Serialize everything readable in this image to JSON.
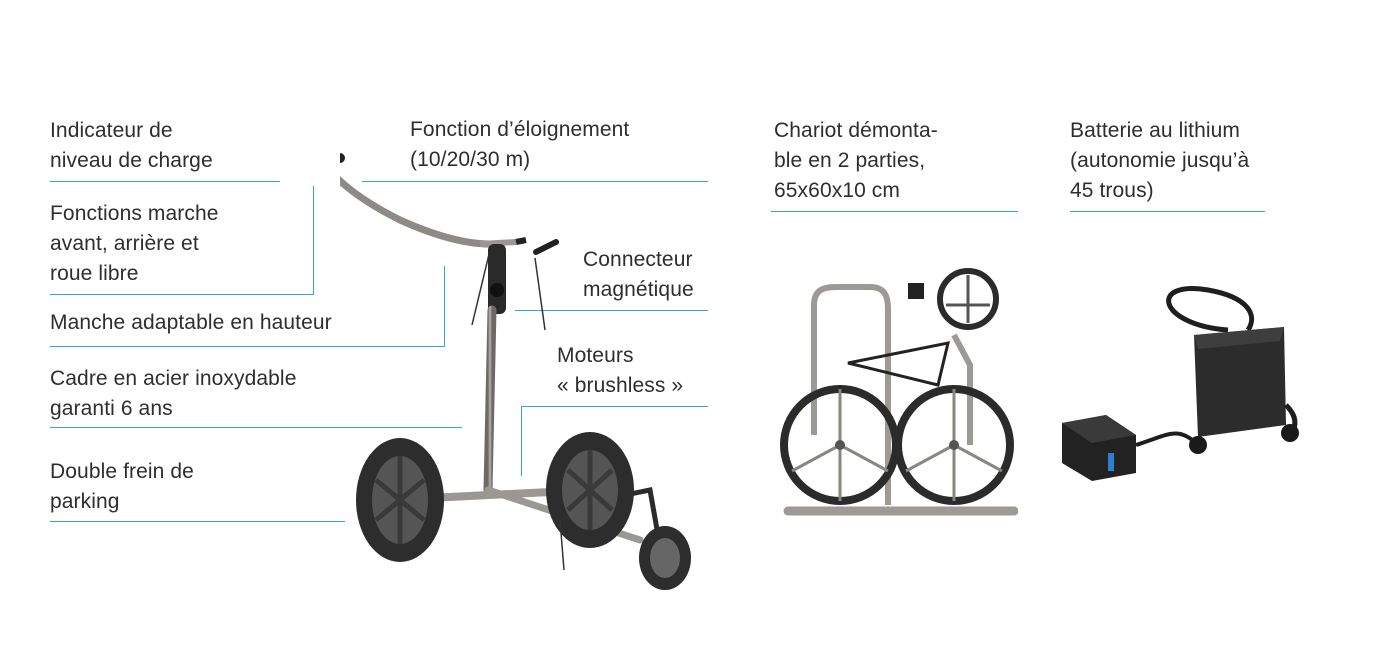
{
  "accent_color": "#3aa0d8",
  "labels": {
    "charge_indicator": "Indicateur de\nniveau de charge",
    "functions": "Fonctions marche\navant, arrière et\nroue libre",
    "handle": "Manche adaptable en hauteur",
    "frame": "Cadre en acier inoxydable\ngaranti 6 ans",
    "brake": "Double frein de\nparking",
    "distance": "Fonction d’éloignement\n(10/20/30 m)",
    "connector": "Connecteur\nmagnétique",
    "motors": "Moteurs\n« brushless »",
    "foldable": "Chariot démonta-\nble en 2 parties,\n65x60x10 cm",
    "battery": "Batterie au lithium\n(autonomie jusqu’à\n45 trous)"
  },
  "images": {
    "trolley": "golf-trolley-illustration",
    "folded": "folded-trolley-illustration",
    "battery": "lithium-battery-illustration"
  }
}
